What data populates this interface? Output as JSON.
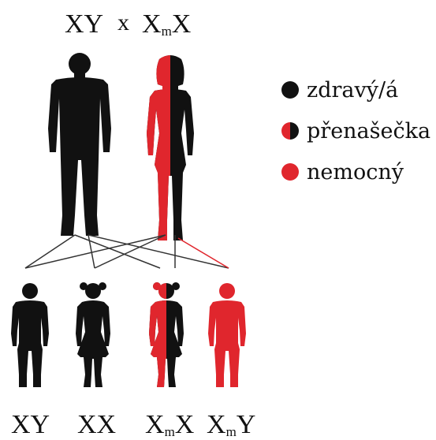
{
  "colors": {
    "healthy": "#111111",
    "sick": "#e0262d",
    "line": "#333333"
  },
  "parents": {
    "father": {
      "label": "XY",
      "status": "healthy"
    },
    "cross_symbol": "x",
    "mother": {
      "label_main": "X",
      "label_sub": "m",
      "label_tail": "X",
      "status": "carrier"
    }
  },
  "children": [
    {
      "label_main": "XY",
      "label_sub": "",
      "label_tail": "",
      "status": "healthy",
      "sex": "boy"
    },
    {
      "label_main": "XX",
      "label_sub": "",
      "label_tail": "",
      "status": "healthy",
      "sex": "girl"
    },
    {
      "label_main": "X",
      "label_sub": "m",
      "label_tail": "X",
      "status": "carrier",
      "sex": "girl"
    },
    {
      "label_main": "X",
      "label_sub": "m",
      "label_tail": "Y",
      "status": "sick",
      "sex": "boy"
    }
  ],
  "legend": [
    {
      "label": "zdravý/á",
      "icon": "healthy-dot",
      "status": "healthy"
    },
    {
      "label": "přenašečka",
      "icon": "carrier-dot",
      "status": "carrier"
    },
    {
      "label": "nemocný",
      "icon": "sick-dot",
      "status": "sick"
    }
  ]
}
